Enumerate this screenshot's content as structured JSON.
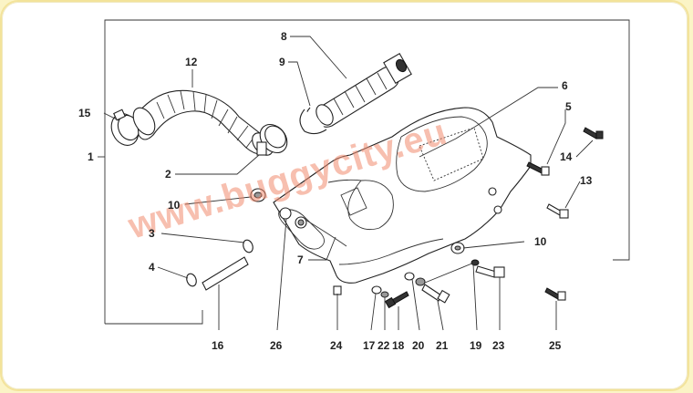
{
  "watermark": "www.buggycity.eu",
  "callouts": {
    "c1": "1",
    "c2": "2",
    "c3": "3",
    "c4": "4",
    "c5": "5",
    "c6": "6",
    "c7": "7",
    "c8": "8",
    "c9": "9",
    "c10a": "10",
    "c10b": "10",
    "c12": "12",
    "c13": "13",
    "c14": "14",
    "c15": "15",
    "c16": "16",
    "c17": "17",
    "c18": "18",
    "c19": "19",
    "c20": "20",
    "c21": "21",
    "c22": "22",
    "c23": "23",
    "c24": "24",
    "c25": "25",
    "c26": "26"
  }
}
